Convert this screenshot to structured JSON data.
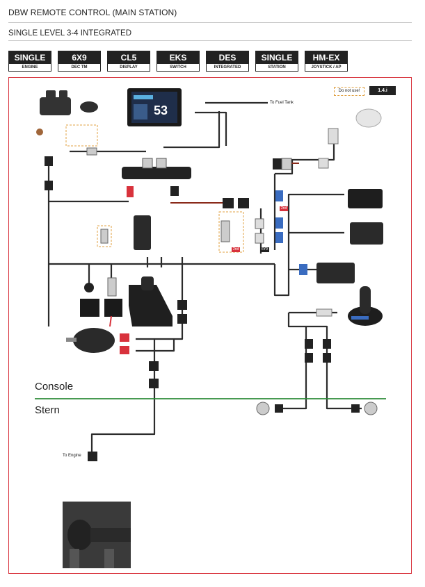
{
  "page_title": "DBW REMOTE CONTROL (MAIN STATION)",
  "subtitle": "SINGLE LEVEL 3-4 INTEGRATED",
  "badges": [
    {
      "top": "SINGLE",
      "bottom": "ENGINE"
    },
    {
      "top": "6X9",
      "bottom": "DEC TM"
    },
    {
      "top": "CL5",
      "bottom": "DISPLAY"
    },
    {
      "top": "EKS",
      "bottom": "SWITCH"
    },
    {
      "top": "DES",
      "bottom": "INTEGRATED"
    },
    {
      "top": "SINGLE",
      "bottom": "STATION"
    },
    {
      "top": "HM-EX",
      "bottom": "JOYSTICK / AP"
    }
  ],
  "do_not_use": "Do not use!",
  "version": "1.4.i",
  "labels": {
    "fuel_tank": "To Fuel Tank",
    "engine": "To Engine",
    "second_a": "2nd",
    "second_b": "2nd",
    "code": "6Y9",
    "display_speed": "53"
  },
  "zones": {
    "console": "Console",
    "stern": "Stern"
  },
  "colors": {
    "frame": "#d8323c",
    "divider": "#2e8b3a",
    "cable": "#2b2b2b"
  }
}
